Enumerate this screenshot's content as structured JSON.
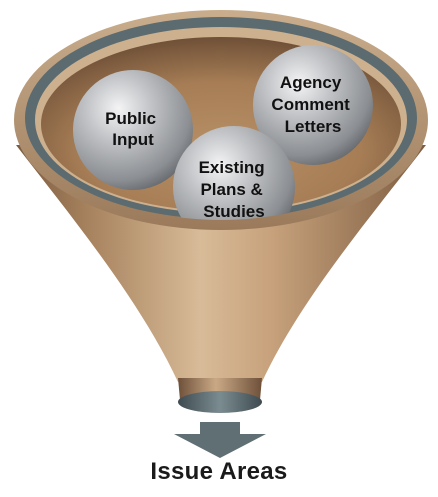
{
  "inputs": [
    {
      "label_lines": [
        "Public",
        "Input"
      ]
    },
    {
      "label_lines": [
        "Agency",
        "Comment",
        "Letters"
      ]
    },
    {
      "label_lines": [
        "Existing",
        "Plans &",
        "Studies"
      ]
    }
  ],
  "output": {
    "label": "Issue Areas"
  },
  "colors": {
    "funnel_tan": "#b48f6a",
    "funnel_light": "#d9bd9b",
    "funnel_dark": "#7a5a3e",
    "rim": "#5b6b70",
    "ball": "#9c9ea2",
    "arrow": "#5f6f73"
  }
}
